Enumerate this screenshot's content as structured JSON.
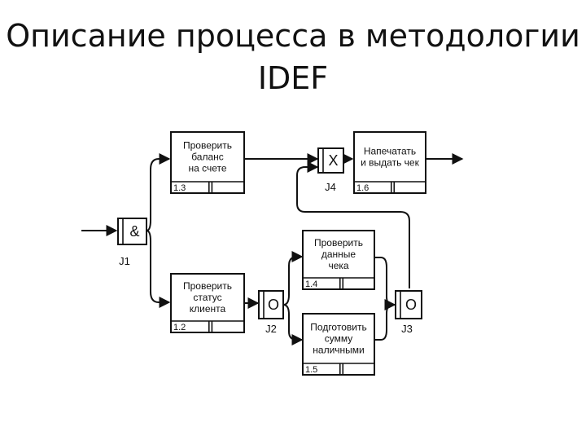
{
  "slide": {
    "title_line1": "Описание процесса в методологии",
    "title_line2": "IDEF"
  },
  "diagram": {
    "activities": [
      {
        "id": "1.3",
        "lines": [
          "Проверить",
          "баланс",
          "на счете"
        ]
      },
      {
        "id": "1.2",
        "lines": [
          "Проверить",
          "статус",
          "клиента"
        ]
      },
      {
        "id": "1.4",
        "lines": [
          "Проверить",
          "данные",
          "чека"
        ]
      },
      {
        "id": "1.5",
        "lines": [
          "Подготовить",
          "сумму",
          "наличными"
        ]
      },
      {
        "id": "1.6",
        "lines": [
          "Напечатать",
          "и выдать чек"
        ]
      }
    ],
    "junctions": [
      {
        "name": "J1",
        "symbol": "&"
      },
      {
        "name": "J2",
        "symbol": "O"
      },
      {
        "name": "J3",
        "symbol": "O"
      },
      {
        "name": "J4",
        "symbol": "X"
      }
    ]
  }
}
